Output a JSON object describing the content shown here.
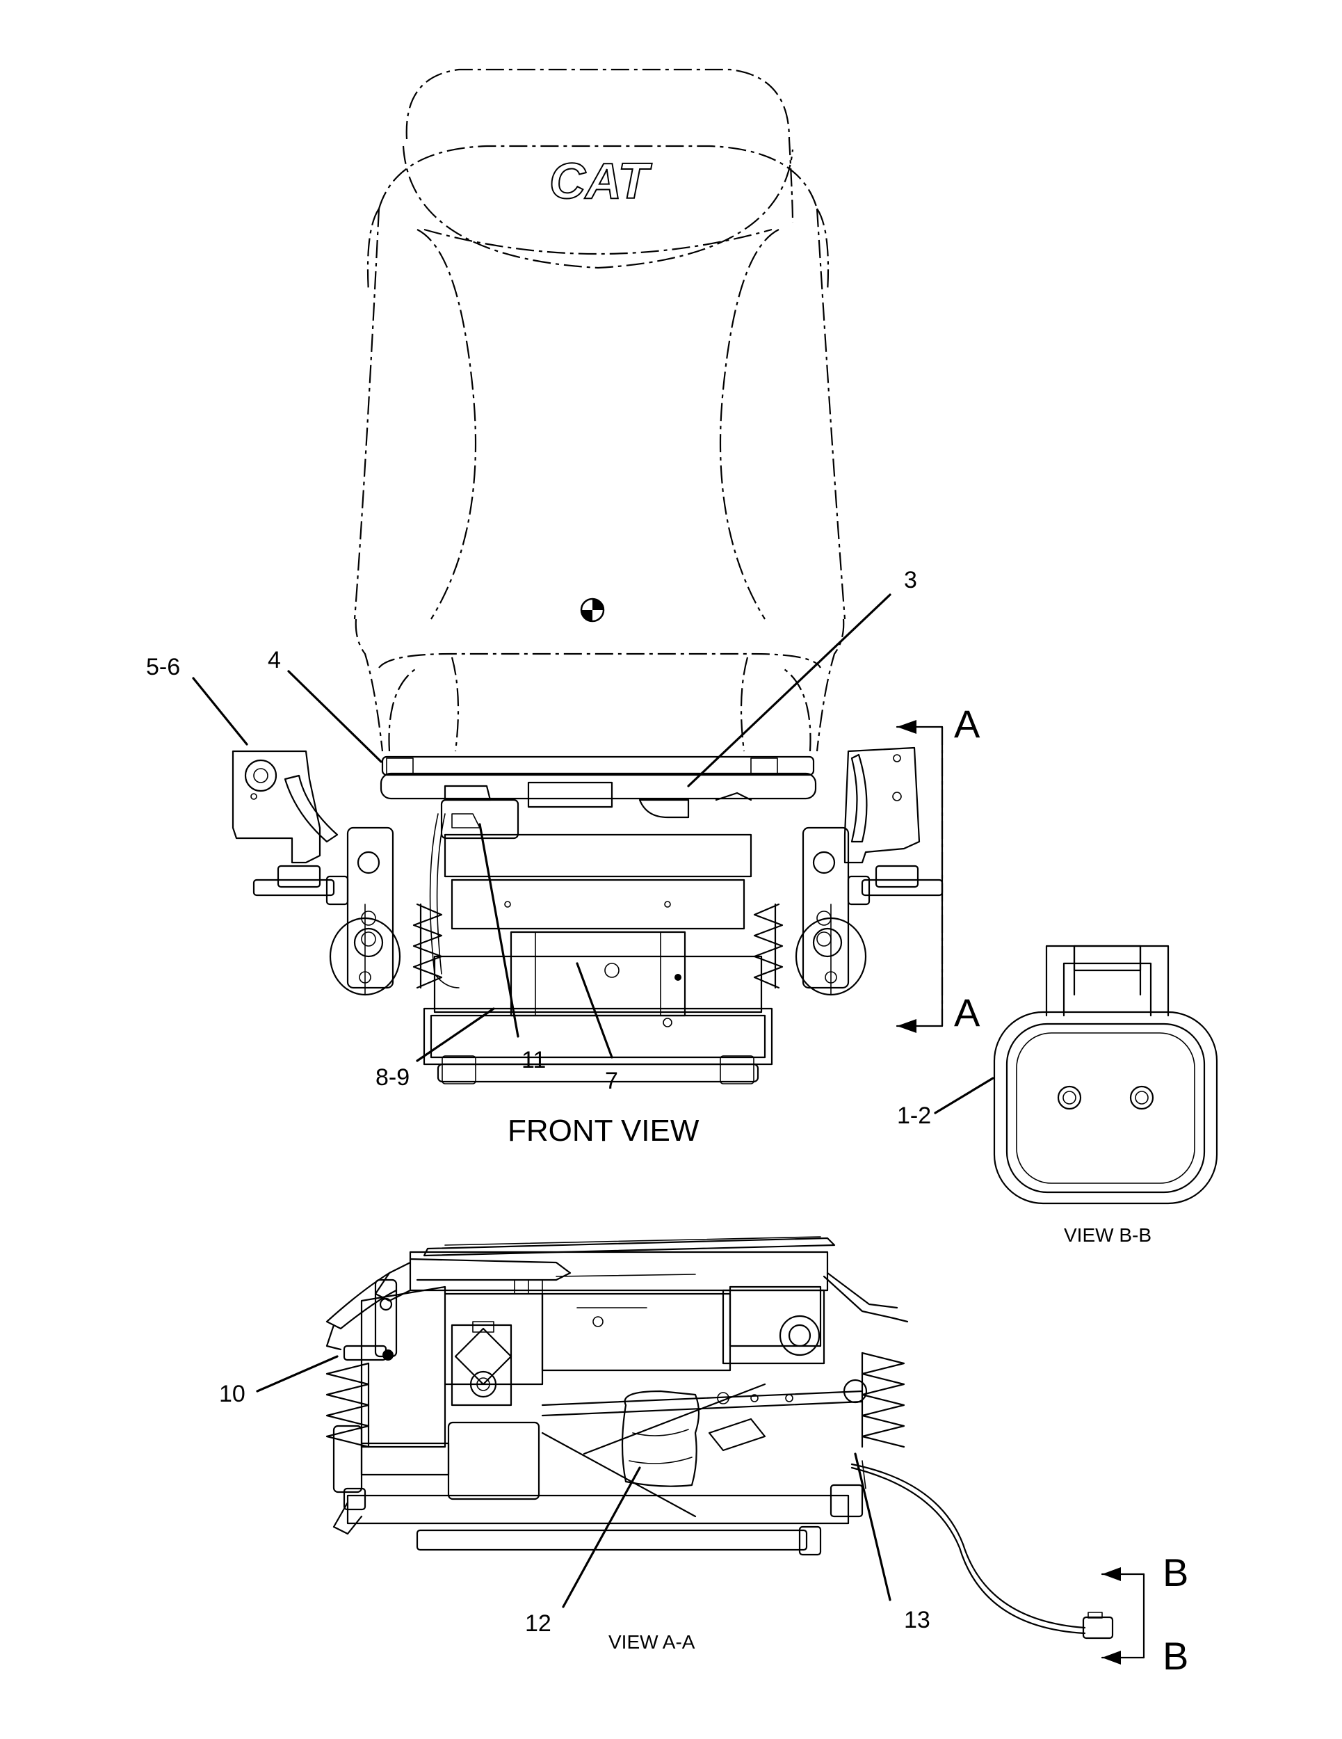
{
  "front_view": {
    "title": "FRONT VIEW",
    "logo": "CAT",
    "callouts": [
      {
        "id": "c-3",
        "text": "3"
      },
      {
        "id": "c-4",
        "text": "4"
      },
      {
        "id": "c-5-6",
        "text": "5-6"
      },
      {
        "id": "c-7",
        "text": "7"
      },
      {
        "id": "c-8-9",
        "text": "8-9"
      },
      {
        "id": "c-11",
        "text": "11"
      },
      {
        "id": "c-1-2",
        "text": "1-2"
      }
    ]
  },
  "section_a": {
    "letter": "A"
  },
  "section_b": {
    "letter": "B"
  },
  "view_bb": {
    "title": "VIEW B-B"
  },
  "view_aa": {
    "title": "VIEW A-A",
    "callouts": [
      {
        "id": "c-10",
        "text": "10"
      },
      {
        "id": "c-12",
        "text": "12"
      },
      {
        "id": "c-13",
        "text": "13"
      }
    ]
  }
}
